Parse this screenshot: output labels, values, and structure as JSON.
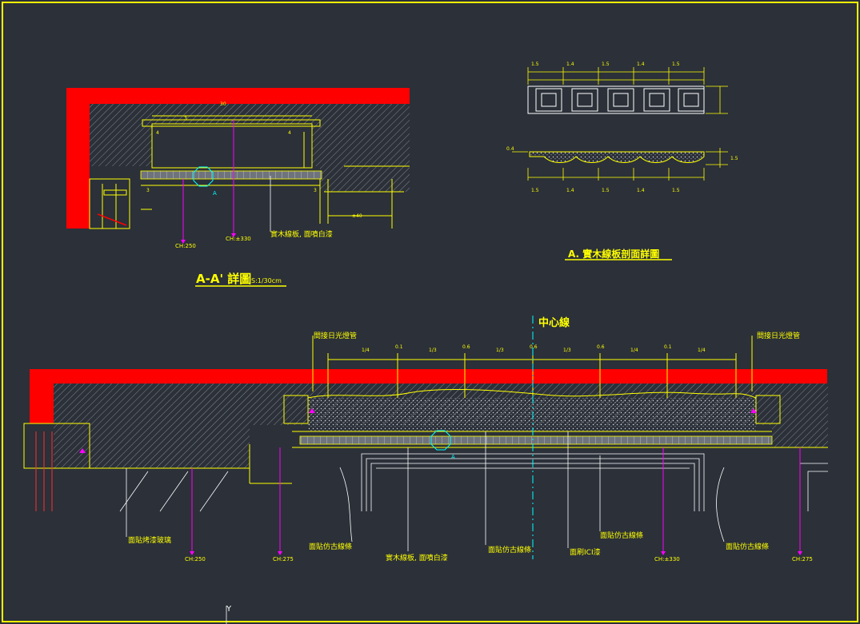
{
  "colors": {
    "background": "#2b3039",
    "frame": "#ffff00",
    "wall": "#ff0000",
    "annotation": "#ffff00",
    "leader": "#ff00ff",
    "centerline": "#00ffff",
    "hatch": "#c8ccd2",
    "detail": "#ffffff"
  },
  "detail_a": {
    "title": "A-A' 詳圖",
    "scale": "S:1/30cm",
    "marker_label": "A",
    "labels": {
      "wood_panel": "實木線板, 面噴白漆",
      "cl_left": "CH:250",
      "cl_mid": "CH:±330"
    }
  },
  "detail_b": {
    "title": "A. 實木線板剖面詳圖",
    "top_dims": [
      "1.5",
      "1.4",
      "1.5",
      "1.4",
      "1.5"
    ],
    "bottom_dims": [
      "1.5",
      "1.4",
      "1.5",
      "1.4",
      "1.5"
    ],
    "side_dim": "1.5",
    "left_dim": "0.4"
  },
  "elevation": {
    "centerline_title": "中心線",
    "left_light": "間接日光燈管",
    "right_light": "間接日光燈管",
    "top_dims": [
      "1/4",
      "0.1",
      "1/3",
      "0.6",
      "1/3",
      "0.6",
      "1/3",
      "0.6",
      "1/4",
      "0.1",
      "1/4"
    ],
    "marker_label": "A",
    "labels": {
      "l1": "面貼烤漆玻璃",
      "l2": "面貼仿古線條",
      "l3": "實木線板, 面噴白漆",
      "l4": "面貼仿古線條",
      "l5": "面刷ICI漆",
      "l6": "面貼仿古線條",
      "l7": "面貼仿古線條"
    },
    "levels": {
      "lv1": "CH:250",
      "lv2": "CH:275",
      "lv3": "CH:±330",
      "lv4": "CH:275"
    }
  },
  "bottom_mark": "Y"
}
